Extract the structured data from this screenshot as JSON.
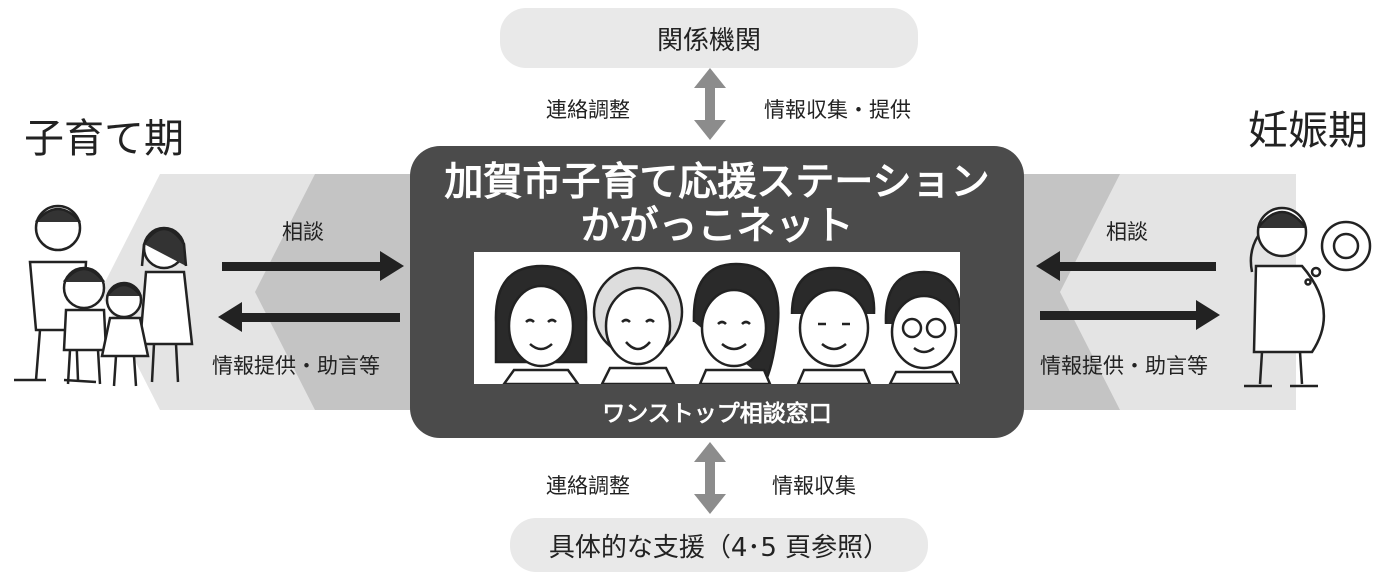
{
  "top_node": {
    "label": "関係機関"
  },
  "top_link": {
    "left_label": "連絡調整",
    "right_label": "情報収集・提供"
  },
  "left_period": {
    "label": "子育て期"
  },
  "right_period": {
    "label": "妊娠期"
  },
  "center": {
    "title_line1": "加賀市子育て応援ステーション",
    "title_line2": "かがっこネット",
    "window_label": "ワンストップ相談窓口"
  },
  "left_flow": {
    "consult_label": "相談",
    "info_label": "情報提供・助言等"
  },
  "right_flow": {
    "consult_label": "相談",
    "info_label": "情報提供・助言等"
  },
  "bottom_link": {
    "left_label": "連絡調整",
    "right_label": "情報収集"
  },
  "bottom_node": {
    "label": "具体的な支援（4･5 頁参照）"
  },
  "colors": {
    "center_box": "#4b4b4b",
    "node_pill": "#e9e9e9",
    "band_light": "#e2e2e2",
    "band_dark": "#bdbdbd",
    "arrow": "#222222",
    "link_arrow": "#8c8c8c"
  }
}
